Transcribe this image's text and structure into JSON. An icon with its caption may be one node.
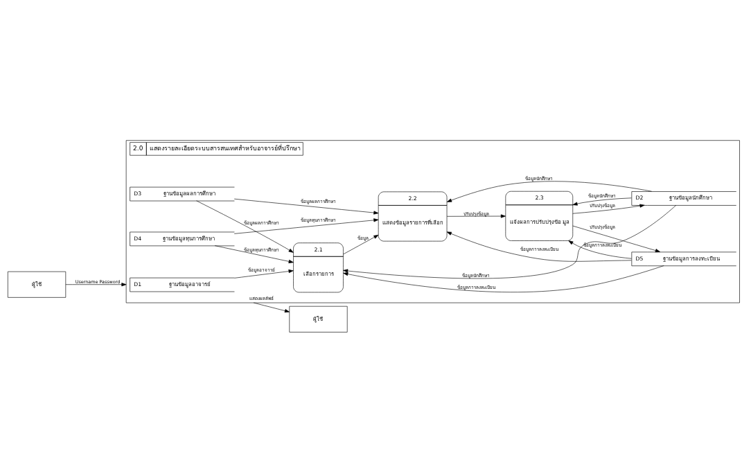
{
  "diagram": {
    "nodes": [
      {
        "text": [
          "ผู้ใช้"
        ]
      },
      {
        "text": [
          "2.0",
          "แสดงรายละเอียดระบบสารสนเทศสำหรับอาจารย์ที่ปรึกษา"
        ]
      },
      {
        "text": [
          "D1",
          "ฐานข้อมูลอาจารย์"
        ],
        "in": 1
      },
      {
        "text": [
          "D2",
          "ฐานข้อมูลนักศึกษา"
        ],
        "in": 1
      },
      {
        "text": [
          "2.1",
          "เลือกรายการ"
        ],
        "in": 1
      },
      {
        "text": [
          "2.2",
          "แสดงข้อมูลรายการที่เลือก"
        ],
        "in": 1
      },
      {
        "text": [
          "2.3",
          "แจ้งผลการปรับปรุงข้อ มูล"
        ],
        "in": 1
      },
      {
        "text": [
          "D5",
          "ฐานข้อมูลการลงทะเบียน"
        ],
        "in": 1
      },
      {
        "text": [
          "D4",
          "ฐานข้อมูลทุนการศึกษา"
        ],
        "in": 1
      },
      {
        "text": [
          "D3",
          "ฐานข้อมูลผลการศึกษา"
        ],
        "in": 1
      },
      {
        "text": [
          "ผู้ใช้"
        ]
      }
    ],
    "edges": [
      {
        "from": 0,
        "to": 1,
        "arrow": "to",
        "label": "Username Password"
      },
      {
        "from": 2,
        "to": 4,
        "arrow": "to",
        "label": "ข้อมูลอาจารย์"
      },
      {
        "from": 3,
        "to": 4,
        "arrow": "to",
        "label": "ข้อมูลนักศึกษา"
      },
      {
        "from": 3,
        "to": 5,
        "arrow": "to",
        "label": "ข้อมูลนักศึกษา"
      },
      {
        "from": 3,
        "to": 6,
        "arrow": "to",
        "label": "ข้อมูลนักศึกษา"
      },
      {
        "from": 6,
        "to": 3,
        "arrow": "to",
        "label": "ปรับปรุงข้อมูล"
      },
      {
        "from": 4,
        "to": 5,
        "arrow": "to",
        "label": "ข้อมูล"
      },
      {
        "from": 5,
        "to": 6,
        "arrow": "to",
        "label": "ปรับปรุงข้อมูล"
      },
      {
        "from": 1,
        "to": 10,
        "arrow": "to",
        "label": "แสดงผลลัพธ์"
      },
      {
        "from": 6,
        "to": 7,
        "arrow": "to",
        "label": "ปรับปรุงข้อมูล"
      },
      {
        "from": 7,
        "to": 6,
        "arrow": "to",
        "label": "ข้อมูลการลงทะเบียน"
      },
      {
        "from": 7,
        "to": 5,
        "arrow": "to",
        "label": "ข้อมูลการลงทะเบียน"
      },
      {
        "from": 7,
        "to": 4,
        "arrow": "to",
        "label": "ข้อมูลการลงทะเบียน"
      },
      {
        "from": 8,
        "to": 4,
        "arrow": "to",
        "label": "ข้อมูลทุนการศึกษา"
      },
      {
        "from": 8,
        "to": 5,
        "arrow": "to",
        "label": "ข้อมูลทุนการศึกษา"
      },
      {
        "from": 9,
        "to": 4,
        "arrow": "to",
        "label": "ข้อมูลผลการศึกษา"
      },
      {
        "from": 9,
        "to": 5,
        "arrow": "to",
        "label": "ข้อมูลผลการศึกษา"
      }
    ]
  }
}
